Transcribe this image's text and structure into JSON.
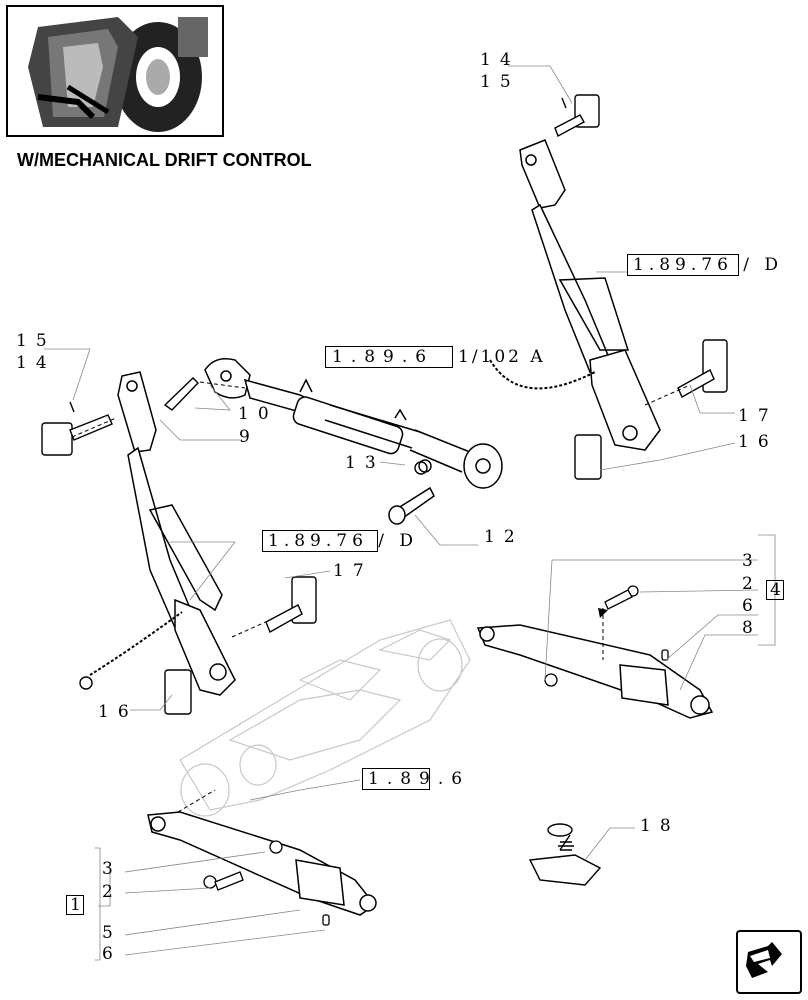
{
  "title": "W/MECHANICAL DRIFT CONTROL",
  "refs": {
    "r_1896_top": "1.89.6",
    "r_1896_top_suffix": "1/102 A",
    "r_18976": "1.89.76 / D",
    "r_18976_left": "1.89.76 / D",
    "r_1896": "1.89.6"
  },
  "callouts": {
    "c14_left": "14",
    "c15_left": "15",
    "c14_top": "14",
    "c15_top": "15",
    "c10": "10",
    "c9": "9",
    "c13": "13",
    "c12": "12",
    "c17_left": "17",
    "c16_left": "16",
    "c17_right": "17",
    "c16_right": "16",
    "c3_right": "3",
    "c2_right": "2",
    "c6_right": "6",
    "c8_right": "8",
    "c4_box": "4",
    "c18": "18",
    "c3_left": "3",
    "c2_left": "2",
    "c5_left": "5",
    "c6_left": "6",
    "c1_box": "1"
  }
}
